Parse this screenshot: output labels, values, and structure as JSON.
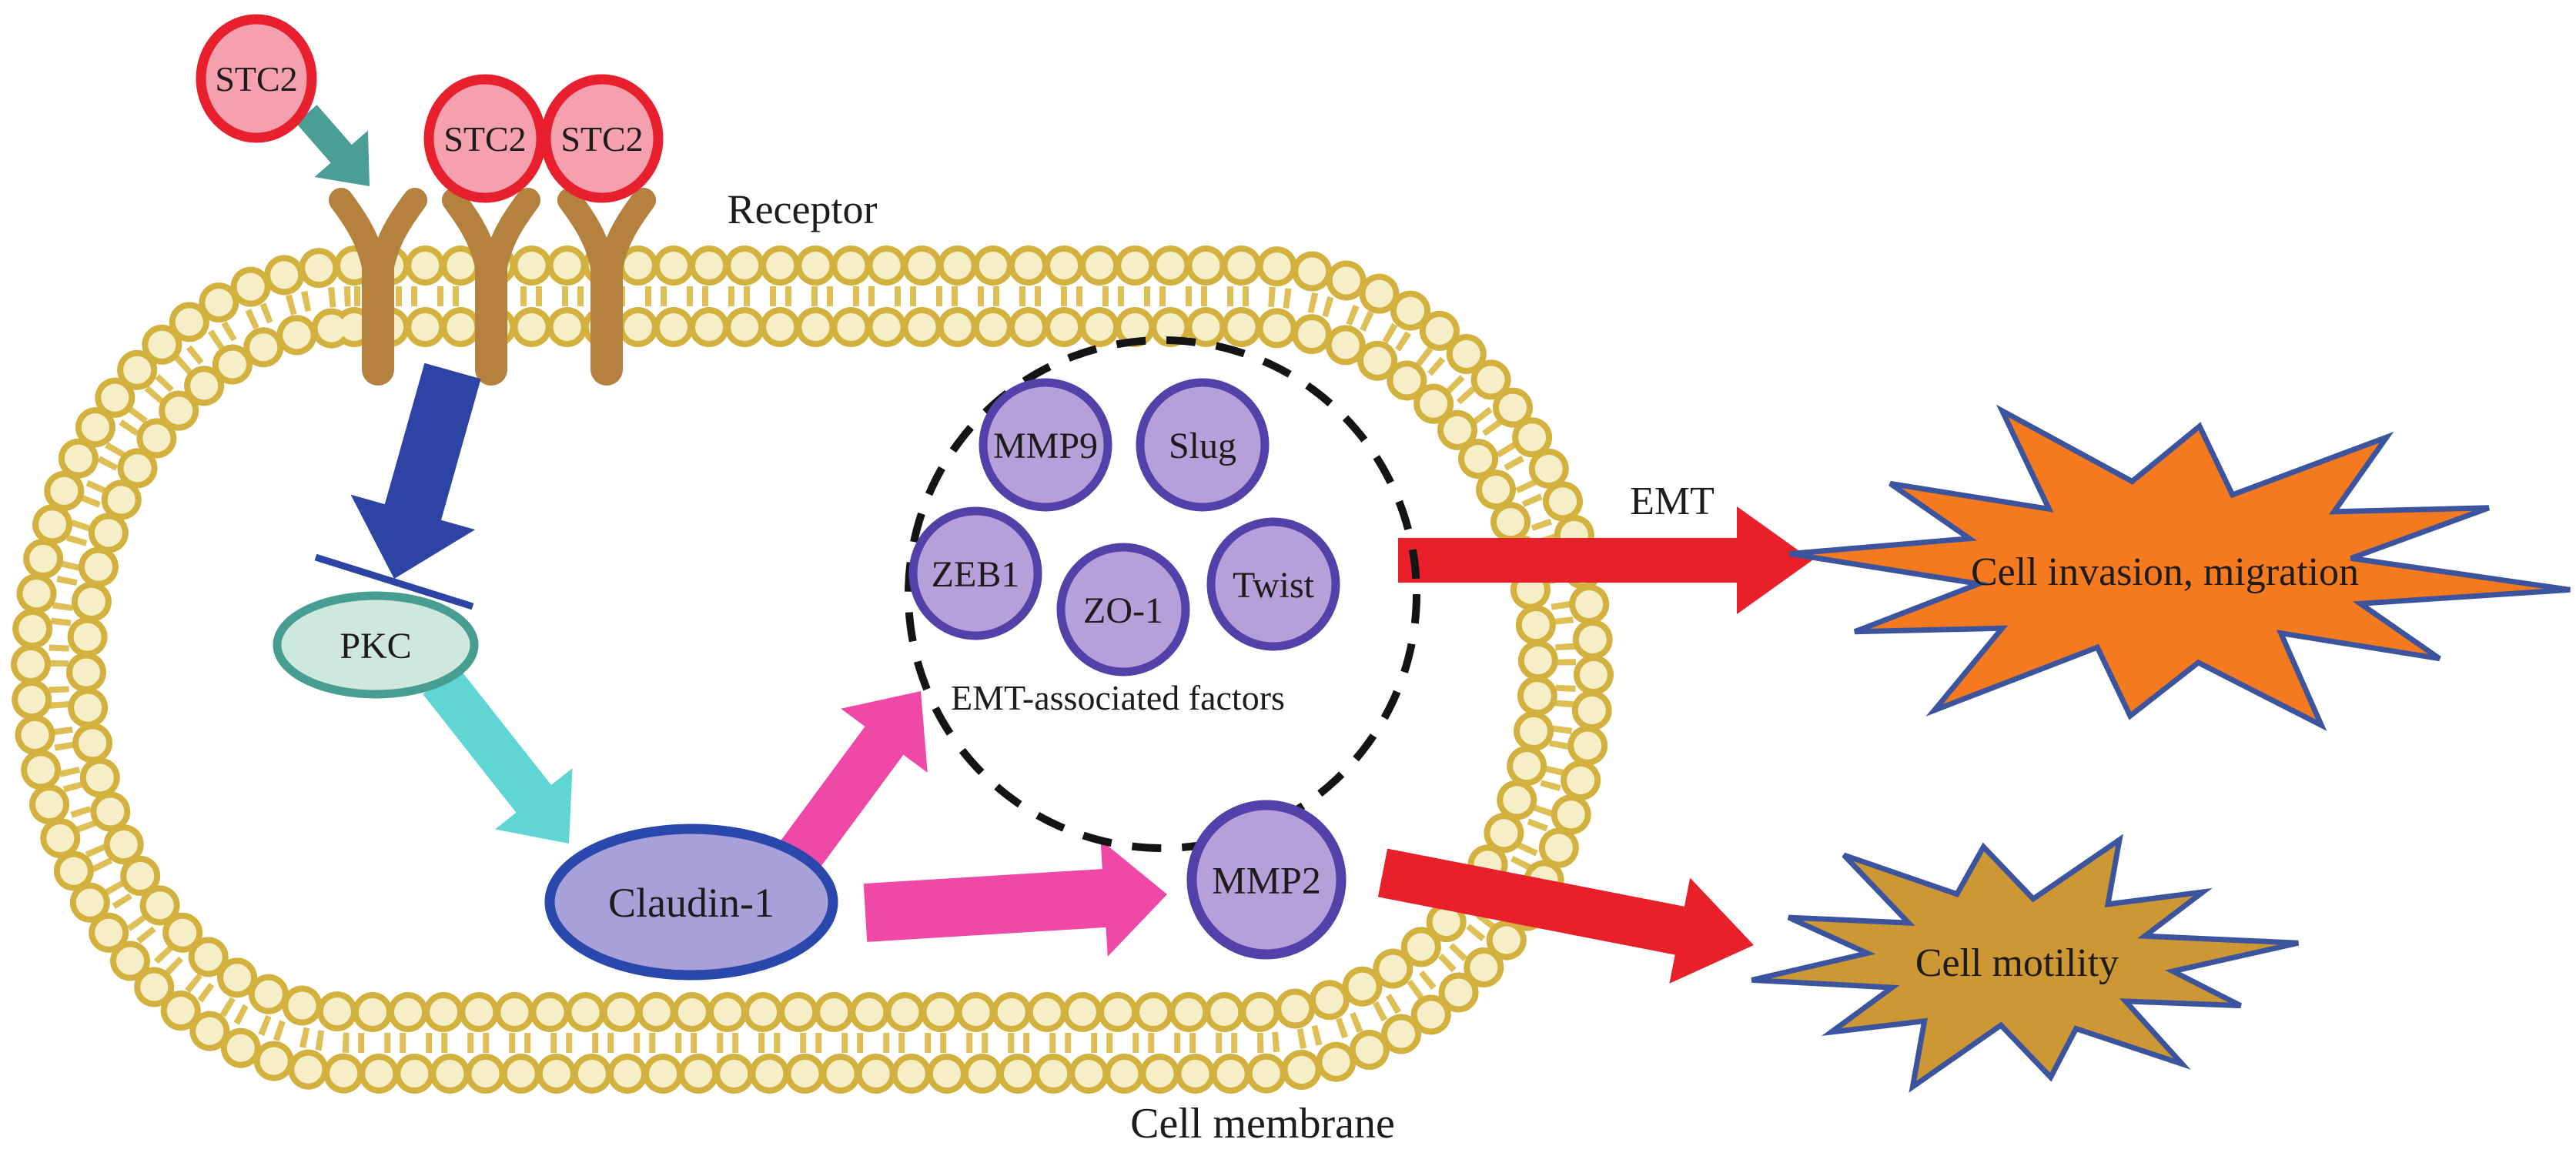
{
  "figure_title": "STC2 signaling pathway diagram",
  "labels": {
    "stc2": "STC2",
    "receptor": "Receptor",
    "pkc": "PKC",
    "claudin1": "Claudin-1",
    "mmp2": "MMP2",
    "emt": "EMT",
    "emt_factors_caption": "EMT-associated factors",
    "cell_membrane": "Cell membrane",
    "cell_invasion": "Cell invasion, migration",
    "cell_motility": "Cell motility"
  },
  "emt_factors": {
    "items": [
      {
        "label": "MMP9"
      },
      {
        "label": "Slug"
      },
      {
        "label": "ZEB1"
      },
      {
        "label": "ZO-1"
      },
      {
        "label": "Twist"
      }
    ]
  },
  "palette": {
    "background": "#ffffff",
    "membrane_bead_outline": "#d2b13e",
    "membrane_bead_fill": "#f6eec6",
    "membrane_tails": "#ddbf55",
    "receptor_brown": "#b5813f",
    "stc2_fill": "#f4a0af",
    "stc2_stroke": "#e81f2c",
    "teal_arrow": "#4a9e96",
    "blue_arrow": "#2e44a5",
    "inhibit_line": "#2e44a5",
    "turquoise_arrow": "#5fd6d3",
    "pink_arrow": "#ef48a6",
    "red_arrow": "#e8202a",
    "pkc_fill": "#cfe8de",
    "pkc_stroke": "#479d92",
    "claudin_fill": "#a8a1d9",
    "claudin_stroke": "#2947ac",
    "factor_fill": "#b6a0d9",
    "factor_stroke": "#5340a8",
    "dashed_circle": "#141414",
    "orange_star_fill": "#f4791f",
    "gold_star_fill": "#cd9733",
    "star_stroke": "#3c549e",
    "text": "#1d1b1b"
  }
}
